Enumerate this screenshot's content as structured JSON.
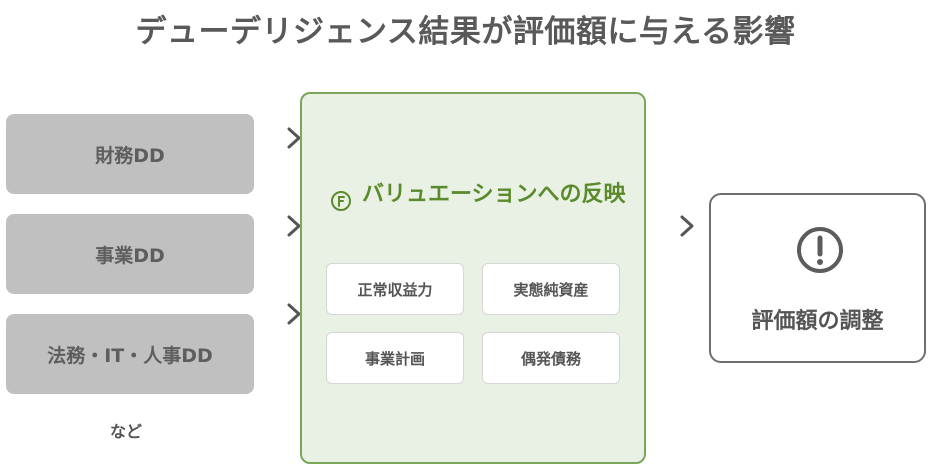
{
  "title": "デューデリジェンス結果が評価額に与える影響",
  "dd_items": [
    "財務DD",
    "事業DD",
    "法務・IT・人事DD"
  ],
  "others_label": "など",
  "panel": {
    "title": "バリュエーションへの反映",
    "items": [
      "正常収益力",
      "実態純資産",
      "事業計画",
      "偶発債務"
    ]
  },
  "result": {
    "label": "評価額の調整"
  },
  "icons": {
    "panel": "coin-icon",
    "result": "exclamation-circle-icon",
    "arrow": "chevron-right-icon"
  },
  "colors": {
    "dd_box": "#c0c0c0",
    "panel_bg": "#e9f1e4",
    "panel_border": "#7aa65a",
    "panel_title": "#5a8a2b",
    "text": "#555555"
  }
}
